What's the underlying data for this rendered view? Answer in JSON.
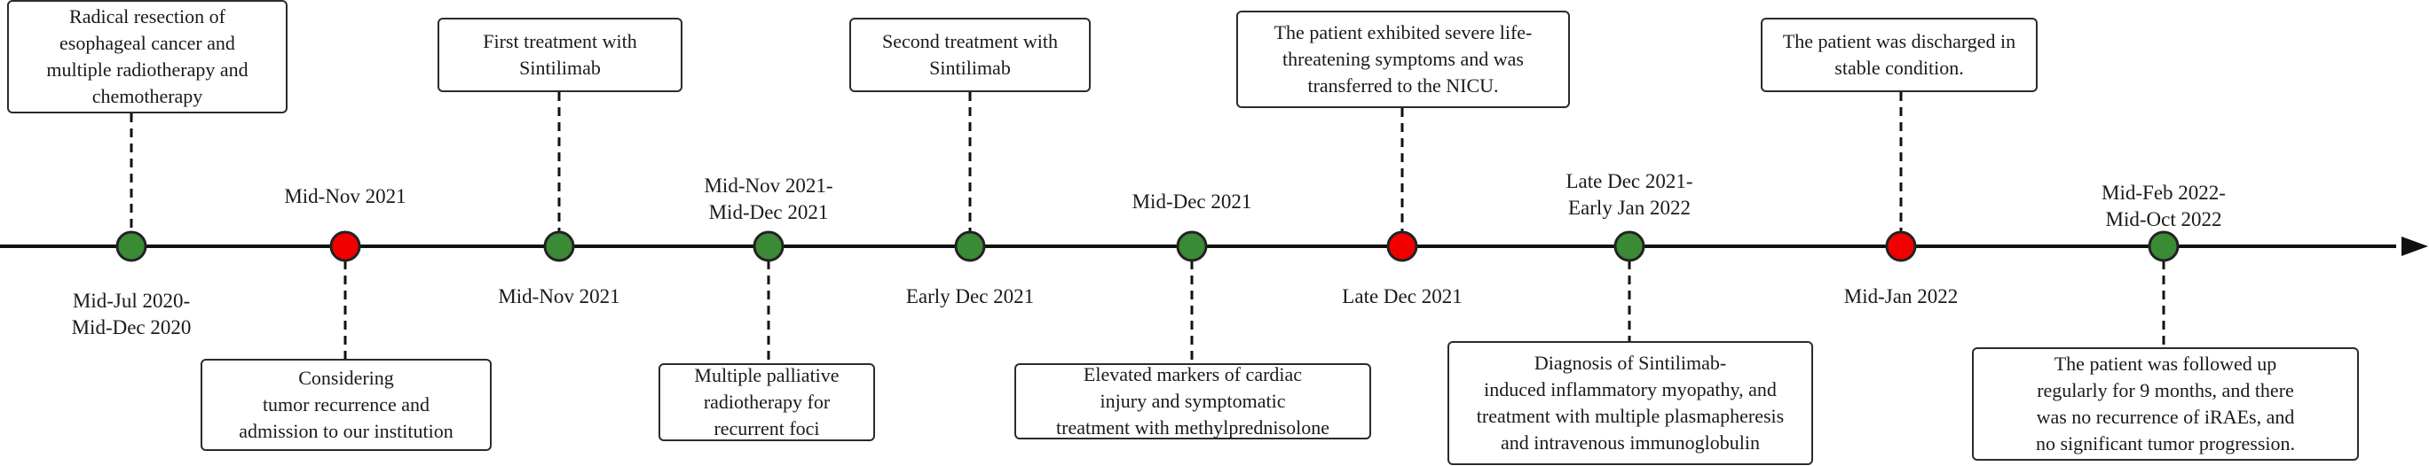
{
  "colors": {
    "green": "#3a8a36",
    "red": "#f20000",
    "line": "#111111"
  },
  "events": [
    {
      "date": "Mid-Jul 2020-\nMid-Dec 2020",
      "marker": "green",
      "note": "Radical resection of\nesophageal cancer and\nmultiple radiotherapy and\nchemotherapy"
    },
    {
      "date": "Mid-Nov 2021",
      "marker": "red",
      "note": "Considering\ntumor recurrence and\nadmission to our institution"
    },
    {
      "date": "Mid-Nov 2021",
      "marker": "green",
      "note": "First treatment with\nSintilimab"
    },
    {
      "date": "Mid-Nov 2021-\nMid-Dec 2021",
      "marker": "green",
      "note": "Multiple palliative\nradiotherapy for\nrecurrent foci"
    },
    {
      "date": "Early Dec 2021",
      "marker": "green",
      "note": "Second treatment with\nSintilimab"
    },
    {
      "date": "Mid-Dec 2021",
      "marker": "green",
      "note": "Elevated markers of cardiac\ninjury and symptomatic\ntreatment with methylprednisolone"
    },
    {
      "date": "Late Dec 2021",
      "marker": "red",
      "note": "The patient exhibited severe life-\nthreatening symptoms and was\ntransferred to the NICU."
    },
    {
      "date": "Late Dec 2021-\nEarly Jan 2022",
      "marker": "green",
      "note": "Diagnosis of Sintilimab-\ninduced inflammatory myopathy, and\ntreatment with multiple plasmapheresis\nand intravenous immunoglobulin"
    },
    {
      "date": "Mid-Jan 2022",
      "marker": "red",
      "note": "The patient was discharged in\nstable condition."
    },
    {
      "date": "Mid-Feb 2022-\nMid-Oct 2022",
      "marker": "green",
      "note": "The patient was followed up\nregularly for 9 months, and there\nwas no recurrence of iRAEs, and\nno significant tumor progression."
    }
  ]
}
